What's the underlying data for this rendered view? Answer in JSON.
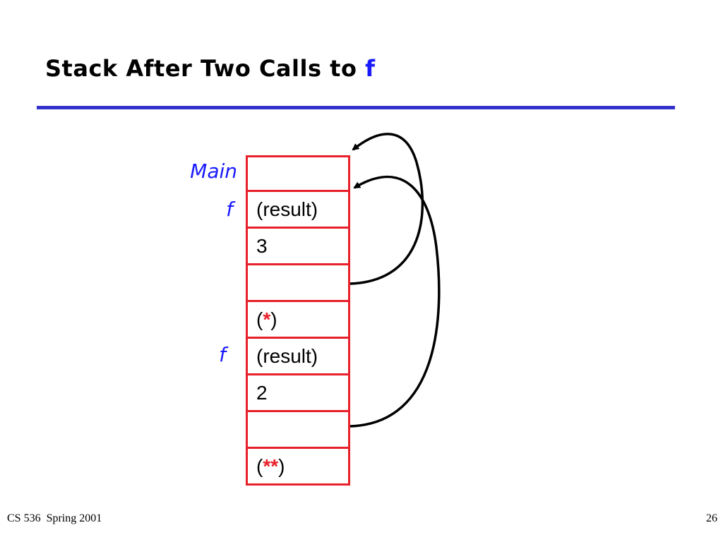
{
  "title": {
    "text": "Stack After Two Calls to ",
    "fn": "f"
  },
  "labels": {
    "main": "Main",
    "f_upper": "f",
    "f_lower": "f"
  },
  "stack": {
    "cells": [
      {
        "text": ""
      },
      {
        "text": "(result)"
      },
      {
        "text": "3"
      },
      {
        "text": ""
      },
      {
        "pre": "(",
        "star": "*",
        "post": ")"
      },
      {
        "text": "(result)"
      },
      {
        "text": "2"
      },
      {
        "text": ""
      },
      {
        "pre": "(",
        "star": "**",
        "post": ")"
      }
    ]
  },
  "footer": {
    "course": "CS 536  Spring 2001",
    "page": "26"
  },
  "colors": {
    "title_fn": "#1a1aff",
    "rule": "#3333cc",
    "cell_border": "#e8202a",
    "label": "#1a1aff",
    "star": "#e8202a"
  }
}
